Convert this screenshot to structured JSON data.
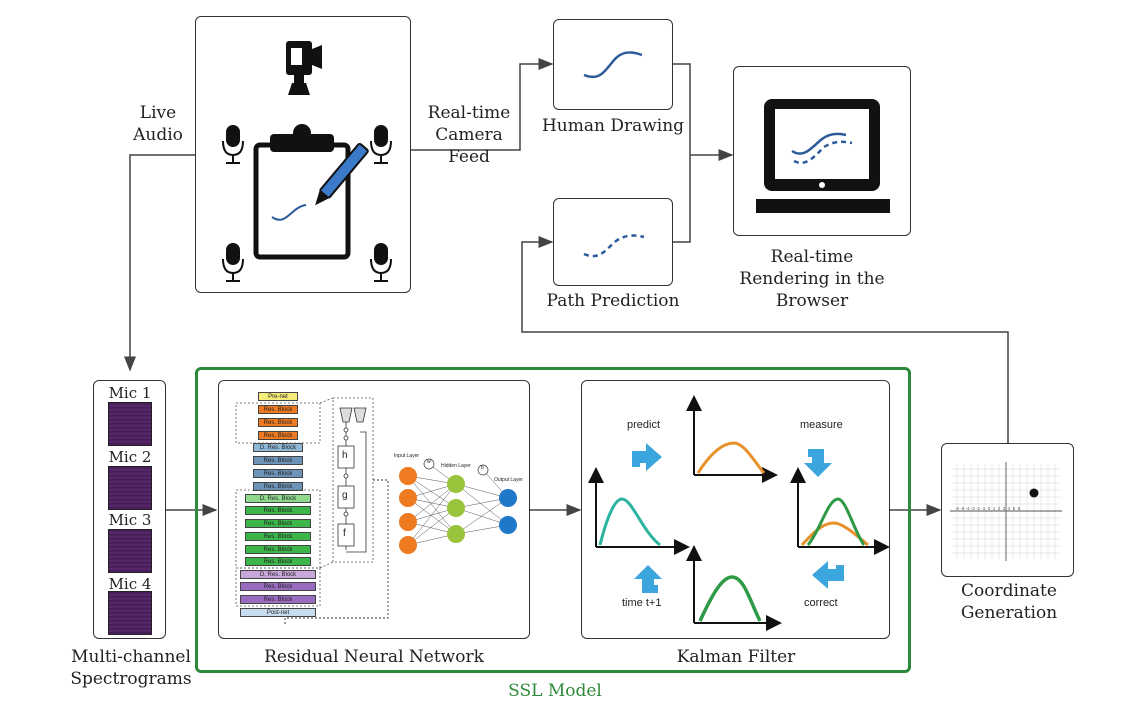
{
  "labels": {
    "live_audio": "Live Audio",
    "camera_feed": "Real-time Camera Feed",
    "human_drawing": "Human Drawing",
    "path_prediction": "Path Prediction",
    "rendering": "Real-time Rendering in the Browser",
    "spectrograms": "Multi-channel Spectrograms",
    "resnet": "Residual Neural Network",
    "kalman": "Kalman Filter",
    "ssl_model": "SSL Model",
    "coordinate_generation": "Coordinate Generation"
  },
  "mics": [
    "Mic 1",
    "Mic 2",
    "Mic 3",
    "Mic 4"
  ],
  "resnet_blocks": {
    "pre_net": "Pre-net",
    "res_block": "Res. Block",
    "d_res_block": "D. Res. Block",
    "post_net": "Post-net",
    "h": "h",
    "g": "g",
    "f": "f",
    "input_layer": "Input Layer",
    "hidden_layer": "Hidden Layer",
    "output_layer": "Output Layer",
    "w": "w",
    "b": "b"
  },
  "kalman": {
    "predict": "predict",
    "measure": "measure",
    "correct": "correct",
    "time": "time t+1"
  },
  "grid_ticks": "-6 -5 -4 -3 -2 -1  0  1  2  3  4  5  6",
  "colors": {
    "ssl_green": "#2e8a3a",
    "curve_blue": "#2b5a9a",
    "teal": "#2bb3a0",
    "orange": "#e8902a",
    "green": "#2e9a45",
    "arrow_blue": "#3aa6dd",
    "neuron_orange": "#ee7a22",
    "neuron_green": "#9ac33c",
    "neuron_blue": "#1f78c8"
  }
}
